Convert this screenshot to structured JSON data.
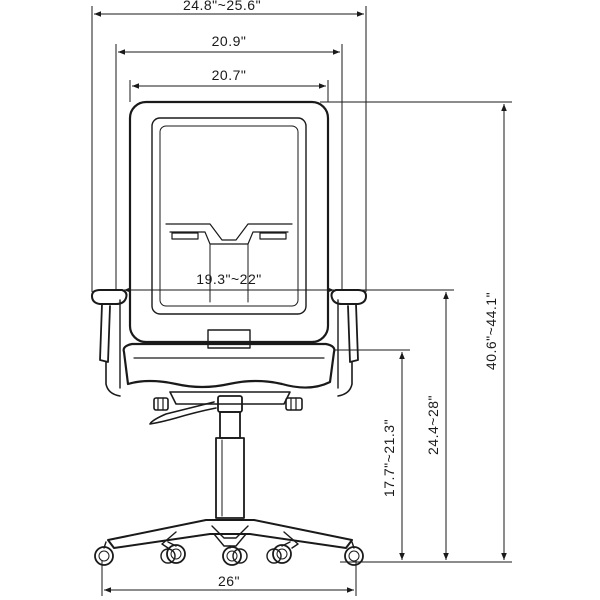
{
  "dimensions": {
    "overall_width": "24.8\"~25.6\"",
    "seat_width": "20.9\"",
    "back_width": "20.7\"",
    "armrest_span": "19.3\"~22\"",
    "overall_height": "40.6\"~44.1\"",
    "arm_height": "24.4~28\"",
    "seat_height": "17.7\"~21.3\"",
    "base_width": "26\""
  }
}
